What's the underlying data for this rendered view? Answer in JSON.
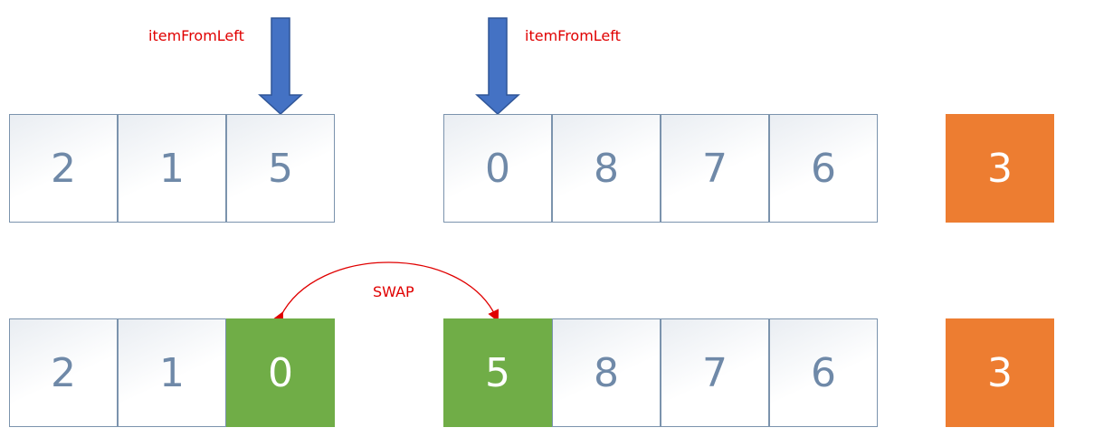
{
  "top_row": {
    "left_cells": [
      "2",
      "1",
      "5"
    ],
    "right_cells": [
      "0",
      "8",
      "7",
      "6"
    ],
    "pivot": "3",
    "pointer_left_label": "itemFromLeft",
    "pointer_right_label": "itemFromLeft"
  },
  "bottom_row": {
    "left_cells": [
      "2",
      "1",
      "0"
    ],
    "right_cells": [
      "5",
      "8",
      "7",
      "6"
    ],
    "pivot": "3",
    "swap_label": "SWAP"
  },
  "colors": {
    "cell_text": "#6f89a8",
    "cell_border": "#7b93ad",
    "swapped_fill": "#70ad47",
    "pivot_fill": "#ed7d31",
    "arrow_fill": "#4472c4",
    "label_red": "#e00000"
  }
}
